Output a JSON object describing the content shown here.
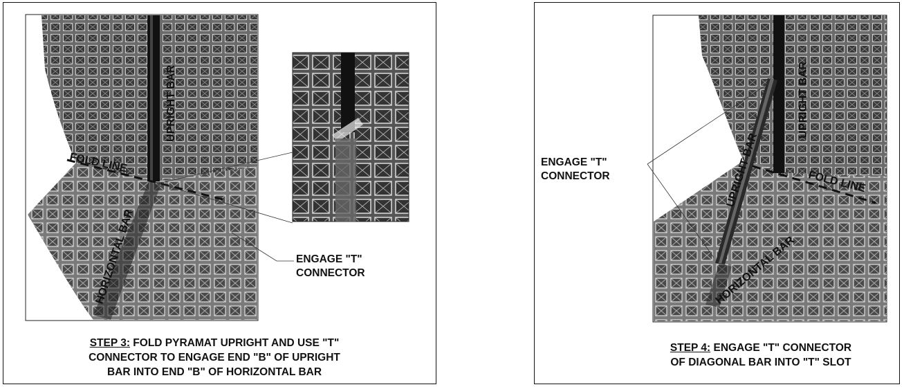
{
  "left_panel": {
    "upright_bar_label": "UPRIGHT BAR",
    "fold_line_label": "FOLD LINE",
    "horizontal_bar_label": "HORIZONTAL BAR",
    "callout_line1": "ENGAGE \"T\"",
    "callout_line2": "CONNECTOR",
    "caption_step": "STEP 3:",
    "caption_line1": " FOLD PYRAMAT UPRIGHT AND USE \"T\"",
    "caption_line2": "CONNECTOR TO ENGAGE END \"B\" OF UPRIGHT",
    "caption_line3": "BAR INTO END \"B\" OF HORIZONTAL BAR"
  },
  "right_panel": {
    "upright_bar_label": "UPRIGHT BAR",
    "diagonal_upright_bar_label": "UPRIGHT BAR",
    "fold_line_label": "FOLD LINE",
    "horizontal_bar_label": "HORIZONTAL BAR",
    "callout_line1": "ENGAGE \"T\"",
    "callout_line2": "CONNECTOR",
    "caption_step": "STEP 4:",
    "caption_line1": " ENGAGE \"T\" CONNECTOR",
    "caption_line2": "OF DIAGONAL BAR INTO \"T\" SLOT"
  }
}
